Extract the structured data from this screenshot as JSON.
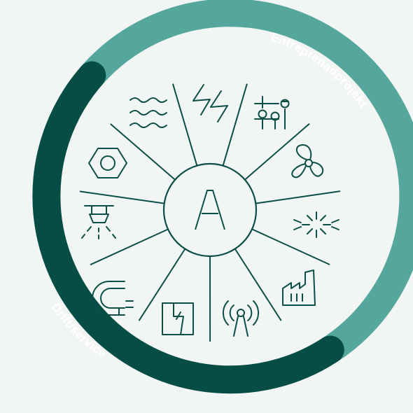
{
  "ring": {
    "outer_label": "Entreprenadprojekt",
    "inner_label": "Drift/service",
    "color_light": "#55a79d",
    "color_dark": "#064e45"
  },
  "hub": {
    "letter": "A"
  },
  "colors": {
    "background": "#f1f5f3",
    "line": "#0b4f46"
  },
  "icons": [
    "waves-icon",
    "lightning-icon",
    "sliders-icon",
    "fan-icon",
    "snowflake-icon",
    "factory-icon",
    "antenna-icon",
    "electrical-panel-icon",
    "pipe-icon",
    "sprinkler-icon",
    "hex-nut-icon"
  ]
}
